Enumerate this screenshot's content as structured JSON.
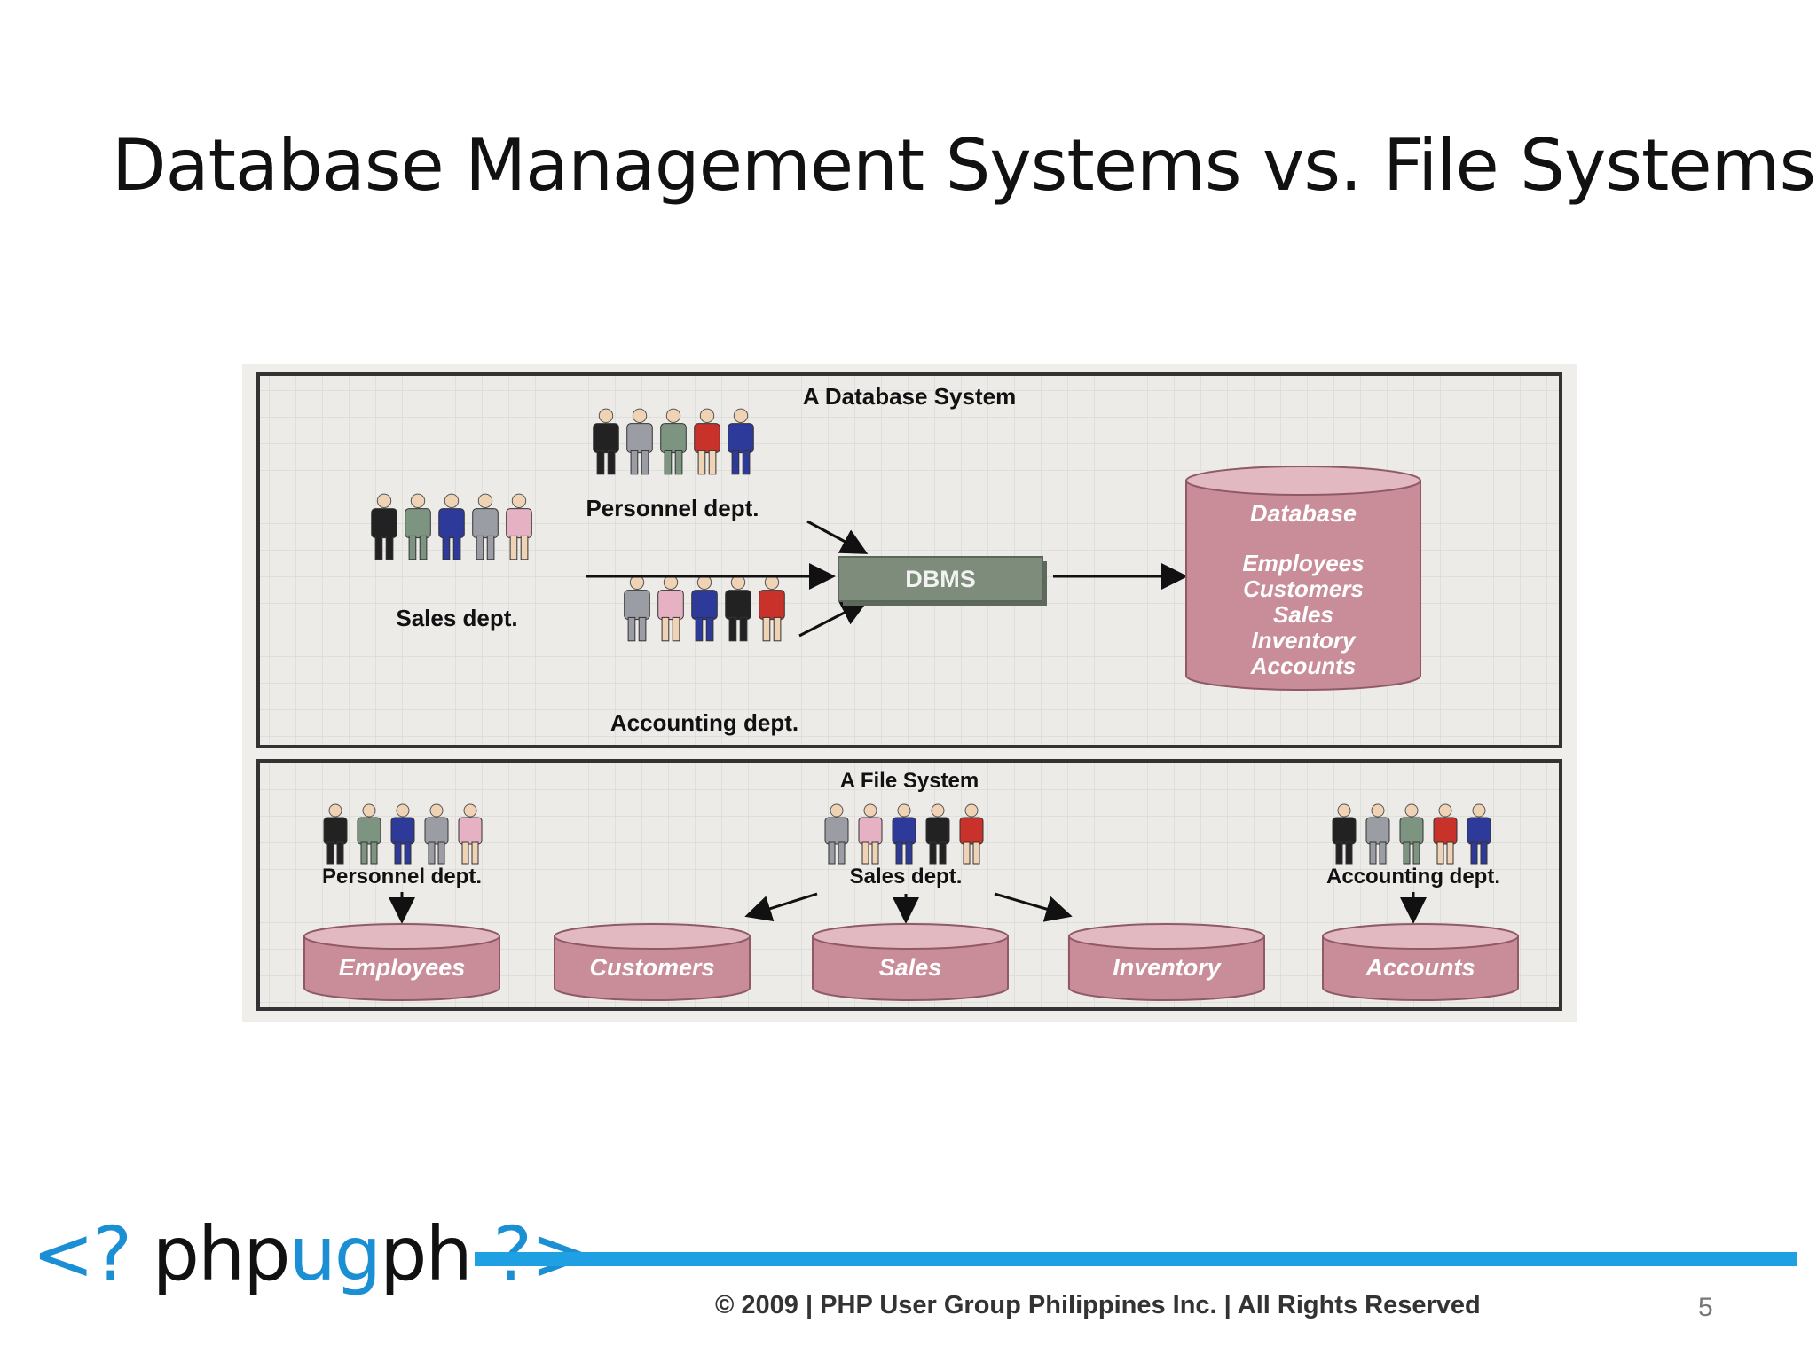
{
  "title": "Database Management Systems vs. File Systems",
  "diagram": {
    "db_system": {
      "heading": "A Database System",
      "personnel_label": "Personnel dept.",
      "sales_label": "Sales dept.",
      "accounting_label": "Accounting dept.",
      "dbms_label": "DBMS",
      "database_title": "Database",
      "database_items": [
        "Employees",
        "Customers",
        "Sales",
        "Inventory",
        "Accounts"
      ]
    },
    "file_system": {
      "heading": "A File System",
      "personnel_label": "Personnel dept.",
      "sales_label": "Sales dept.",
      "accounting_label": "Accounting dept.",
      "files": [
        "Employees",
        "Customers",
        "Sales",
        "Inventory",
        "Accounts"
      ]
    },
    "colors": {
      "cylinder": "#c98d99",
      "cylinder_top": "#e2b9c1",
      "dbms_box": "#7d8c7b",
      "panel_border": "#333333",
      "suit_black": "#222222",
      "suit_gray": "#9a9da3",
      "suit_green": "#7d9580",
      "suit_red": "#c8322b",
      "suit_blue": "#2d3a9a",
      "suit_pink": "#e6b1c2"
    }
  },
  "footer": {
    "logo_open": "<?",
    "logo_php": "php",
    "logo_ug": "ug",
    "logo_ph": "ph",
    "logo_close": "?>",
    "copyright": "© 2009 | PHP User Group Philippines Inc. | All Rights Reserved",
    "page_number": "5"
  }
}
